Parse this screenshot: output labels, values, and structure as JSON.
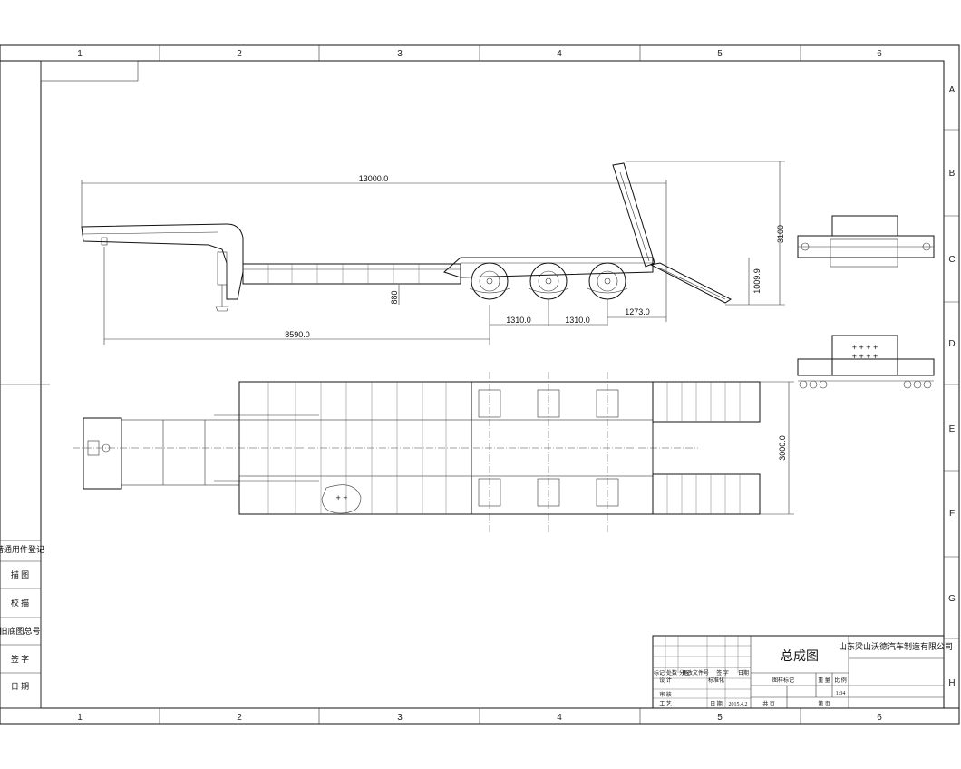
{
  "zone_numbers": [
    "1",
    "2",
    "3",
    "4",
    "5",
    "6"
  ],
  "zone_letters": [
    "A",
    "B",
    "C",
    "D",
    "E",
    "F",
    "G",
    "H"
  ],
  "dimensions": {
    "overall_length": "13000.0",
    "height_total": "3100",
    "ramp_height": "1009.9",
    "deck_height": "880",
    "axle_spacing_1": "1310.0",
    "axle_spacing_2": "1310.0",
    "rear_overhang": "1273.0",
    "kingpin_to_axle": "8590.0",
    "overall_width": "3000.0"
  },
  "revision_panel": [
    "借通用件登记",
    "描 图",
    "校 描",
    "旧底图总号",
    "签 字",
    "日 期"
  ],
  "title_block": {
    "drawing_name": "总成图",
    "company": "山东梁山沃德汽车制造有限公司",
    "col_marker": "标记",
    "col_count": "处数",
    "col_zone": "分区",
    "col_change_doc": "更改文件号",
    "col_sign": "签 字",
    "col_date": "日期",
    "designer": "设 计",
    "standardization": "标准化",
    "drawing_mark": "图样标记",
    "weight": "重 量",
    "scale": "比 例",
    "scale_value": "1:34",
    "reviewer": "审 核",
    "process": "工 艺",
    "date_label": "日 期",
    "date_value": "2015.4.2",
    "total_sheets": "共 页",
    "sheet_no": "第 页"
  }
}
